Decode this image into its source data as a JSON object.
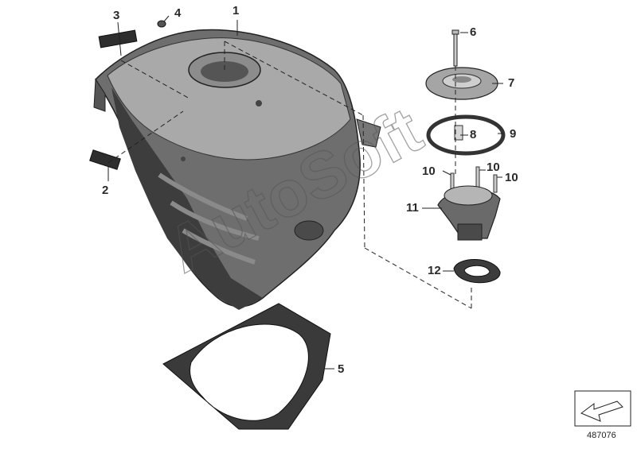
{
  "diagram": {
    "diagram_id": "487076",
    "watermark": "AutoSoft",
    "callouts": [
      "1",
      "2",
      "3",
      "4",
      "5",
      "6",
      "7",
      "8",
      "9",
      "10",
      "10",
      "10",
      "11",
      "12"
    ],
    "colors": {
      "tank_dark": "#3d3d3d",
      "tank_mid": "#6e6e6e",
      "tank_light": "#a9a9a9",
      "part_light": "#bdbdbd",
      "line": "#222222"
    }
  }
}
